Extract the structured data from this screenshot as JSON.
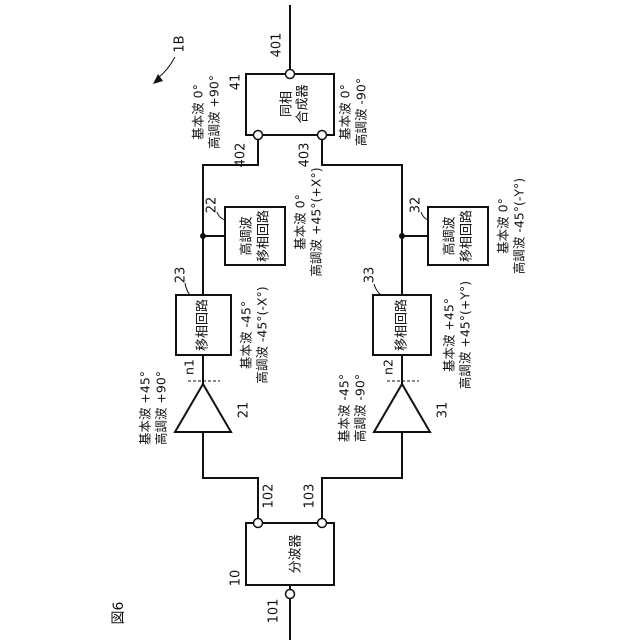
{
  "figure": {
    "label": "図6",
    "assembly_ref": "1B"
  },
  "splitter": {
    "ref": "10",
    "label": "分波器",
    "input_ref": "101",
    "out_upper_ref": "102",
    "out_lower_ref": "103"
  },
  "combiner": {
    "ref": "41",
    "label_line1": "同相",
    "label_line2": "合成器",
    "output_ref": "401",
    "in_upper_ref": "402",
    "in_lower_ref": "403"
  },
  "upper_path": {
    "amp_ref": "21",
    "node_label": "n1",
    "phase_shifter_ref": "23",
    "phase_shifter_label": "移相回路",
    "harmonic_shifter_ref": "22",
    "harmonic_shifter_line1": "高調波",
    "harmonic_shifter_line2": "移相回路",
    "amp_input": {
      "fundamental": "基本波 +45°",
      "harmonic": "高調波 +90°"
    },
    "after_shift": {
      "fundamental": "基本波 -45°",
      "harmonic": "高調波 -45°(-X°)"
    },
    "at_combiner": {
      "fundamental": "基本波 0°",
      "harmonic": "高調波 +90°"
    }
  },
  "lower_path": {
    "amp_ref": "31",
    "node_label": "n2",
    "phase_shifter_ref": "33",
    "phase_shifter_label": "移相回路",
    "harmonic_shifter_ref": "32",
    "harmonic_shifter_line1": "高調波",
    "harmonic_shifter_line2": "移相回路",
    "amp_input": {
      "fundamental": "基本波 -45°",
      "harmonic": "高調波 -90°"
    },
    "after_shift": {
      "fundamental": "基本波 +45°",
      "harmonic": "高調波 +45°(+Y°)"
    },
    "at_combiner": {
      "fundamental": "基本波 0°",
      "harmonic": "高調波 -90°"
    },
    "after_harmonic_shift": {
      "fundamental": "基本波 0°",
      "harmonic": "高調波 -45°(-Y°)"
    }
  },
  "upper_harmonic_note": {
    "fundamental": "基本波 0°",
    "harmonic": "高調波 +45°(+X°)"
  }
}
